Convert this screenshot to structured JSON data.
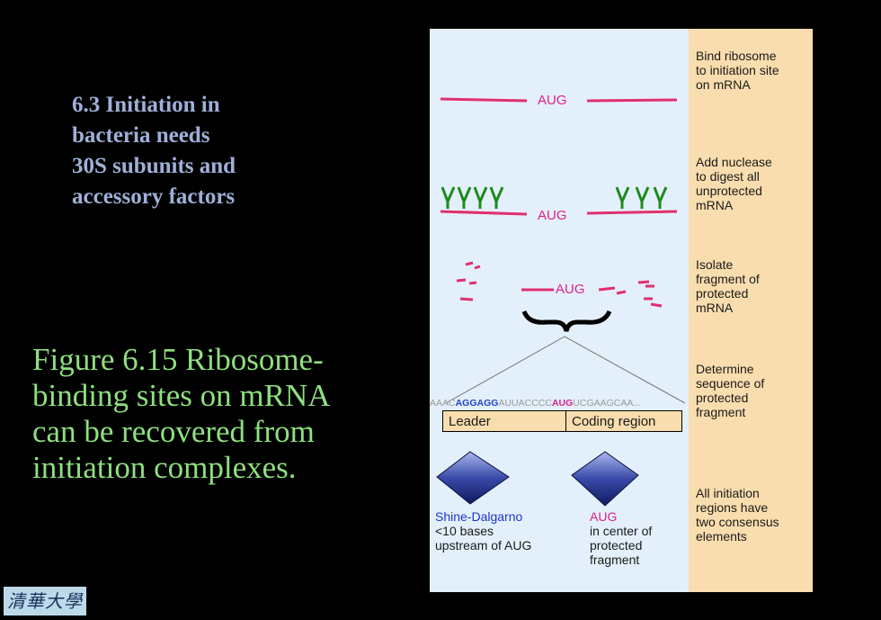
{
  "title": {
    "line1": "6.3 Initiation in",
    "line2": "bacteria needs",
    "line3": "30S subunits and",
    "line4": "accessory factors"
  },
  "caption": {
    "line1": "Figure 6.15 Ribosome-",
    "line2": "binding sites on mRNA",
    "line3": "can be recovered  from",
    "line4": "initiation complexes."
  },
  "logo_text": "清華大學",
  "figure": {
    "aug": "AUG",
    "steps": [
      {
        "lines": [
          "Bind ribosome",
          "to initiation site",
          "on mRNA"
        ]
      },
      {
        "lines": [
          "Add nuclease",
          "to digest all",
          "unprotected",
          "mRNA"
        ]
      },
      {
        "lines": [
          "Isolate",
          "fragment of",
          "protected",
          "mRNA"
        ]
      },
      {
        "lines": [
          "Determine",
          "sequence of",
          "protected",
          "fragment"
        ]
      },
      {
        "lines": [
          "All initiation",
          "regions have",
          "two consensus",
          "elements"
        ]
      }
    ],
    "sequence": {
      "part1": "AAAC",
      "part2": "AGGAGG",
      "part3": "AUUACCCC",
      "part4": "AUG",
      "part5": "UCGAAGCAA..."
    },
    "leader_label": "Leader",
    "coding_label": "Coding region",
    "shine_dalgarno": {
      "title": "Shine-Dalgarno",
      "line1": "<10 bases",
      "line2": "upstream of AUG"
    },
    "aug_element": {
      "title": "AUG",
      "line1": "in center of",
      "line2": "protected",
      "line3": "fragment"
    }
  },
  "colors": {
    "background": "#000000",
    "title": "#9fb0d8",
    "caption": "#8ee07e",
    "mrna": "#e0306e",
    "nuclease": "#1e8a1e",
    "panel": "#e3f0fb",
    "side_panel": "#f9ddae"
  }
}
